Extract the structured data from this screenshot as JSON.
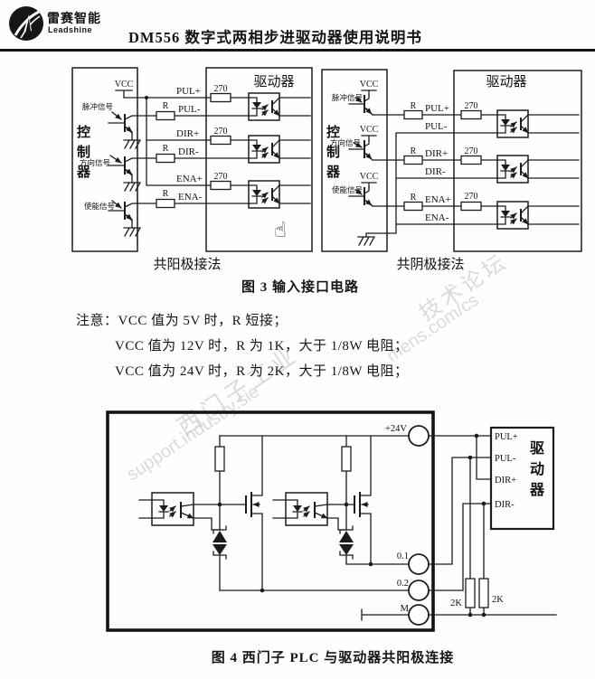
{
  "header": {
    "brand_cn": "雷赛智能",
    "brand_en": "Leadshine",
    "title": "DM556 数字式两相步进驱动器使用说明书"
  },
  "fig3": {
    "caption": "图 3  输入接口电路",
    "left": {
      "controller": "控制器",
      "driver": "驱动器",
      "vcc": "VCC",
      "subcaption": "共阳极接法",
      "signals": [
        "脉冲信号",
        "方向信号",
        "使能信号"
      ],
      "rows": [
        {
          "plus": "PUL+",
          "minus": "PUL-",
          "r": "R",
          "res": "270"
        },
        {
          "plus": "DIR+",
          "minus": "DIR-",
          "r": "R",
          "res": "270"
        },
        {
          "plus": "ENA+",
          "minus": "ENA-",
          "r": "R",
          "res": "270"
        }
      ]
    },
    "right": {
      "controller": "控制器",
      "driver": "驱动器",
      "vcc": "VCC",
      "subcaption": "共阴极接法",
      "signals": [
        "脉冲信号",
        "方向信号",
        "使能信号"
      ],
      "rows": [
        {
          "plus": "PUL+",
          "minus": "PUL-",
          "r": "R",
          "res": "270"
        },
        {
          "plus": "DIR+",
          "minus": "DIR-",
          "r": "R",
          "res": "270"
        },
        {
          "plus": "ENA+",
          "minus": "ENA-",
          "r": "R",
          "res": "270"
        }
      ]
    }
  },
  "notes": {
    "line1": "注意：VCC 值为 5V 时，R 短接；",
    "line2": "VCC 值为 12V 时，R 为 1K，大于 1/8W 电阻；",
    "line3": "VCC 值为 24V 时，R 为 2K，大于 1/8W 电阻；"
  },
  "fig4": {
    "caption": "图 4  西门子 PLC 与驱动器共阳极连接",
    "terminals": {
      "v24": "+24V",
      "out1": "0.1",
      "out2": "0.2",
      "m": "M"
    },
    "resistors": {
      "r1": "2K",
      "r2": "2K"
    },
    "driver": {
      "label": "驱动器",
      "pins": [
        "PUL+",
        "PUL-",
        "DIR+",
        "DIR-"
      ]
    }
  },
  "watermark": {
    "cn1": "西门子工业",
    "cn2": "技术论坛",
    "en1": "support.industry.sie",
    "en2": "mens.com/cs"
  },
  "cursor": {
    "hand": "☝"
  },
  "colors": {
    "ink": "#1c1c1c",
    "paper": "#fefefe",
    "watermark": "#cfcfd4"
  }
}
